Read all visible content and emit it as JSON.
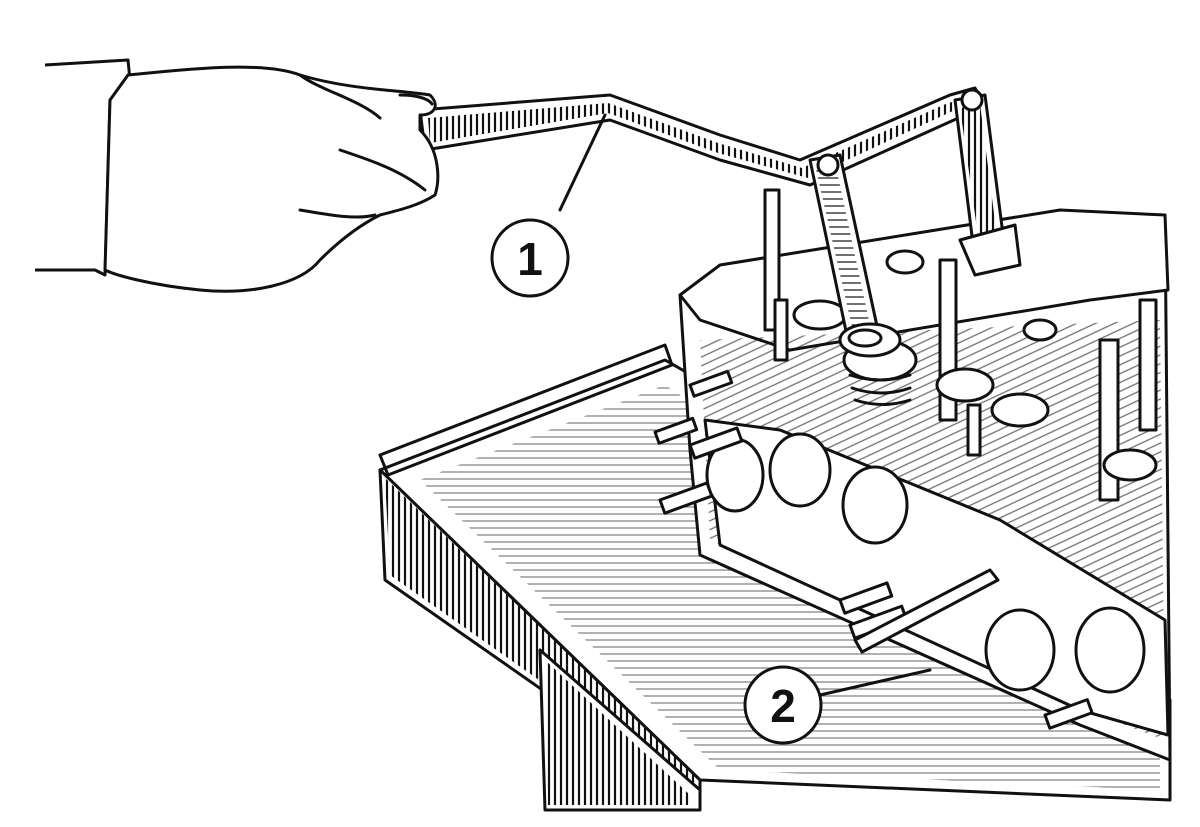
{
  "callouts": [
    {
      "id": "1",
      "label": "1",
      "refers_to": "lever"
    },
    {
      "id": "2",
      "label": "2",
      "refers_to": "rod"
    }
  ],
  "colors": {
    "ink": "#111111",
    "paper": "#ffffff"
  }
}
